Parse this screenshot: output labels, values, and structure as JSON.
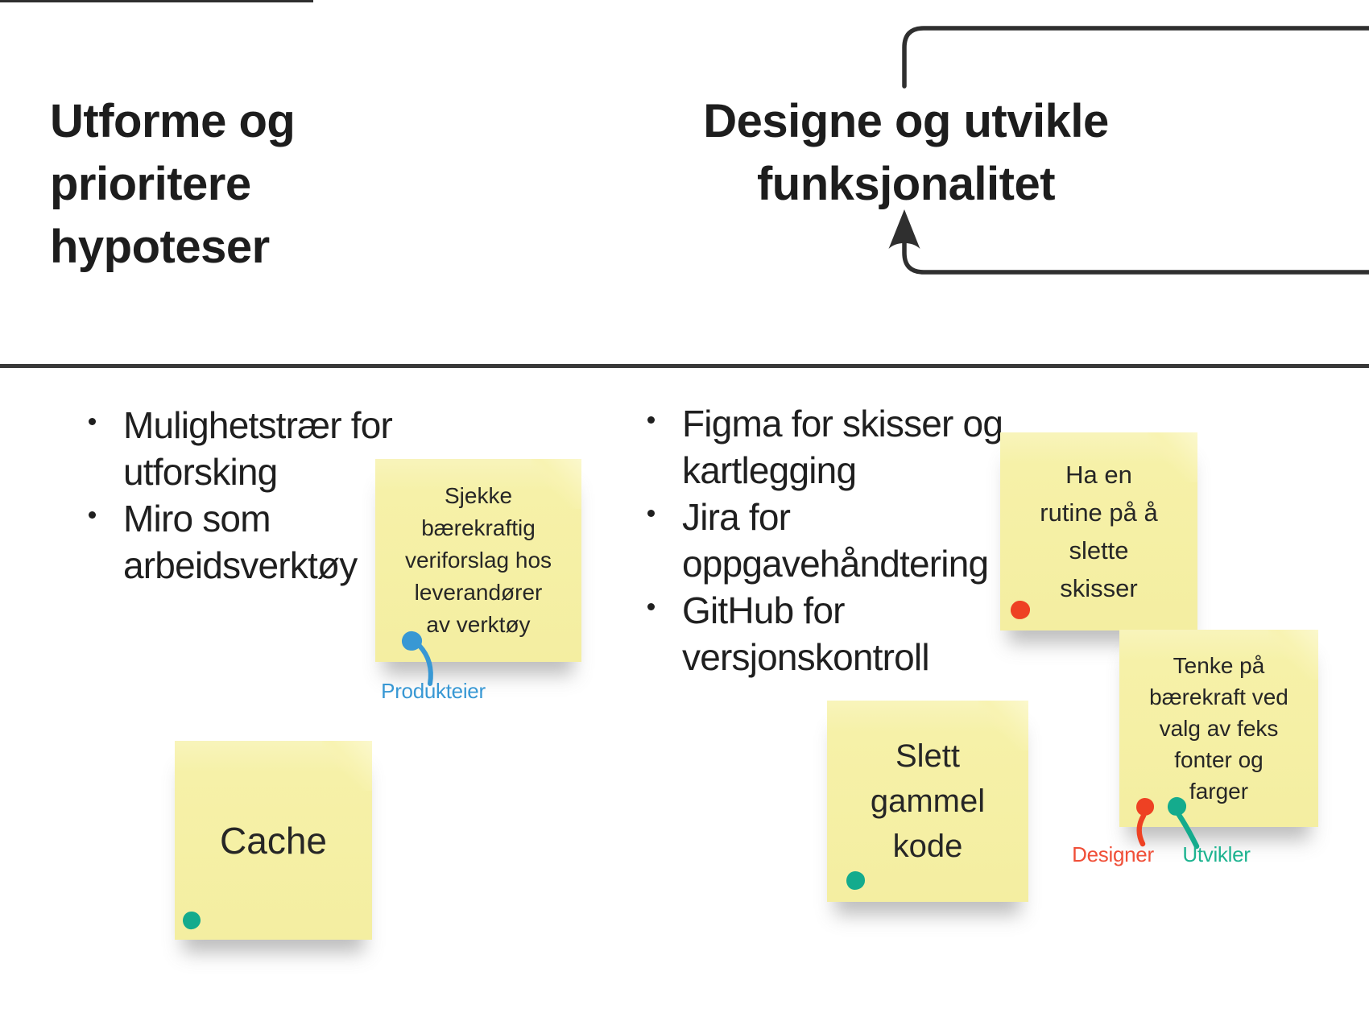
{
  "headings": {
    "left": {
      "lines": [
        "Utforme og",
        "prioritere",
        "hypoteser"
      ]
    },
    "right": {
      "lines": [
        "Designe og utvikle",
        "funksjonalitet"
      ]
    }
  },
  "lists": {
    "left": {
      "items": [
        {
          "lines": [
            "Mulighetstrær for",
            "utforsking"
          ]
        },
        {
          "lines": [
            "Miro som",
            "arbeidsverktøy"
          ]
        }
      ]
    },
    "right": {
      "items": [
        {
          "lines": [
            "Figma for skisser og",
            "kartlegging"
          ]
        },
        {
          "lines": [
            "Jira for",
            "oppgavehåndtering"
          ]
        },
        {
          "lines": [
            "GitHub for",
            "versjonskontroll"
          ]
        }
      ]
    }
  },
  "notes": {
    "sjekke": {
      "lines": [
        "Sjekke",
        "bærekraftig",
        "veriforslag hos",
        "leverandører",
        "av verktøy"
      ],
      "dot": "produkteier"
    },
    "cache": {
      "lines": [
        "Cache"
      ],
      "dot": "utvikler"
    },
    "haen": {
      "lines": [
        "Ha en",
        "rutine på å",
        "slette",
        "skisser"
      ],
      "dot": "designer"
    },
    "tenke": {
      "lines": [
        "Tenke på",
        "bærekraft ved",
        "valg av feks",
        "fonter og",
        "farger"
      ],
      "dots": [
        "designer",
        "utvikler"
      ]
    },
    "slett": {
      "lines": [
        "Slett",
        "gammel",
        "kode"
      ],
      "dot": "utvikler"
    }
  },
  "labels": {
    "produkteier": {
      "text": "Produkteier",
      "color": "#3898d4"
    },
    "designer": {
      "text": "Designer",
      "color": "#f04f38"
    },
    "utvikler": {
      "text": "Utvikler",
      "color": "#1db390"
    }
  },
  "colors": {
    "note_yellow": "#f6f1a8",
    "dot_blue": "#3898d4",
    "dot_red": "#ee4123",
    "dot_teal": "#14ab8d",
    "line_dark": "#2f2f2f",
    "text_dark": "#1f1f1f"
  }
}
